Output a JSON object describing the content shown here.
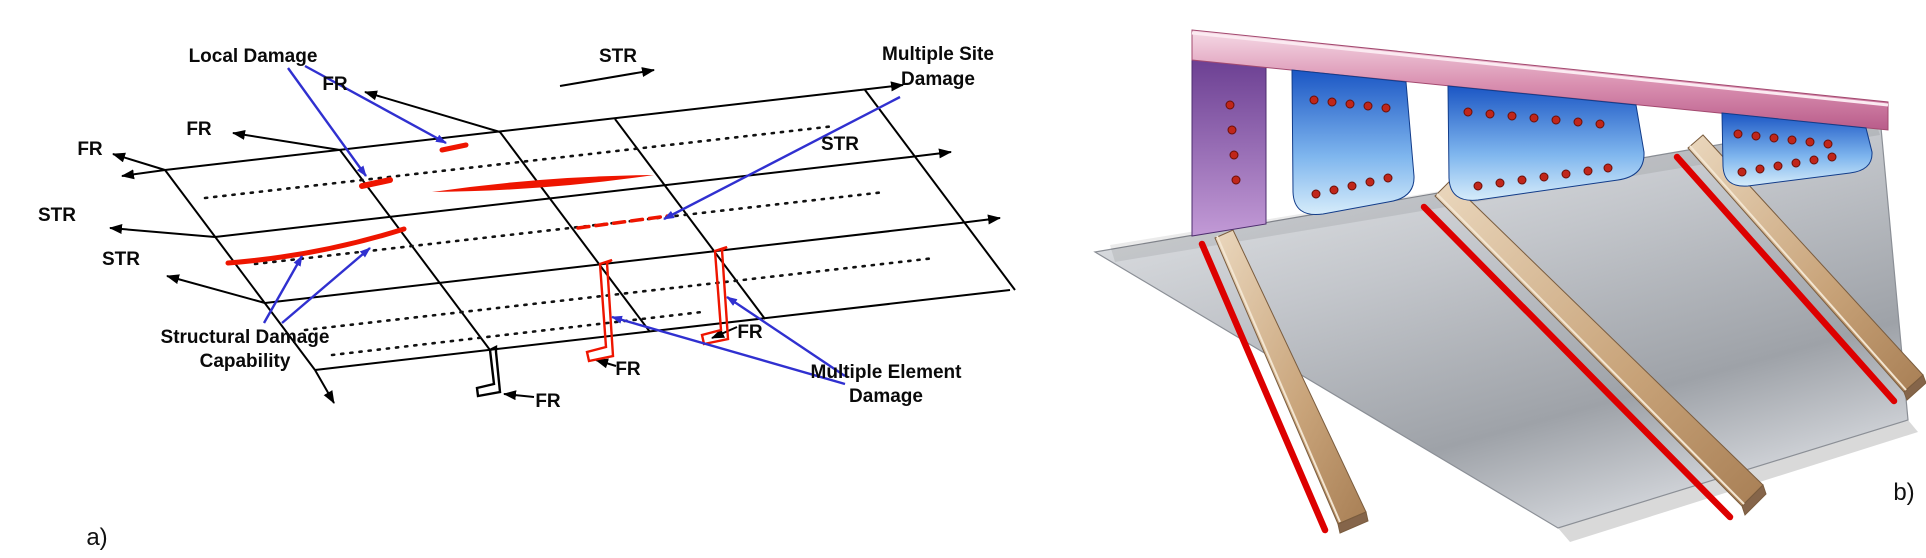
{
  "figure": {
    "caption_a": "a)",
    "caption_b": "b)"
  },
  "panel_a": {
    "labels": {
      "local_damage": "Local Damage",
      "multiple_site_1": "Multiple Site",
      "multiple_site_2": "Damage",
      "structural_1": "Structural Damage",
      "structural_2": "Capability",
      "multiple_element_1": "Multiple Element",
      "multiple_element_2": "Damage",
      "fr": "FR",
      "str": "STR"
    },
    "colors": {
      "damage_red": "#ee1500",
      "annotation_blue": "#3030d0",
      "line_black": "#000000"
    }
  },
  "panel_b": {
    "colors": {
      "bond_line_red": "#dd0000",
      "frame_pink": "#d884a8",
      "frame_purple": "#7a4fa0",
      "cleat_blue": "#2a6cd4",
      "stringer_tan": "#c8a379",
      "skin_silver": "#c6c9ce",
      "rivet_red": "#c0261a"
    }
  }
}
